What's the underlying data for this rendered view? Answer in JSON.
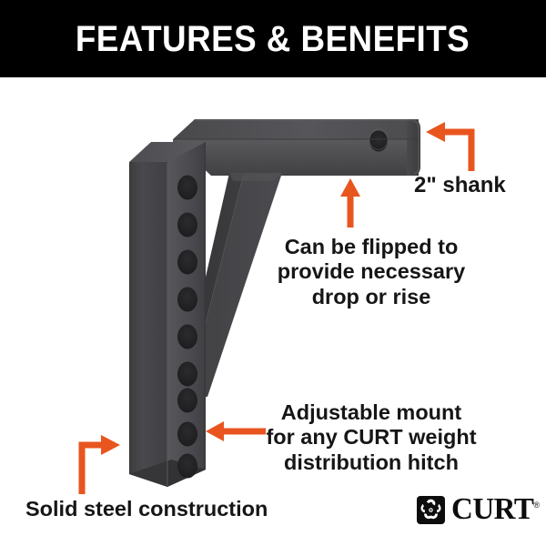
{
  "header": {
    "title": "FEATURES & BENEFITS",
    "background_color": "#000000",
    "text_color": "#ffffff"
  },
  "colors": {
    "accent_orange": "#E8551F",
    "steel_light": "#5b5b5e",
    "steel_mid": "#4a4a4d",
    "steel_dark": "#3c3c3f",
    "steel_darkest": "#2f2f31",
    "hole_dark": "#242426",
    "text_black": "#161616",
    "background": "#ffffff"
  },
  "callouts": [
    {
      "id": "shank",
      "lines": [
        "2\" shank"
      ],
      "arrow": "elbow-up-left"
    },
    {
      "id": "flip",
      "lines": [
        "Can be flipped to",
        "provide necessary",
        "drop or rise"
      ],
      "arrow": "straight-up"
    },
    {
      "id": "adjust",
      "lines": [
        "Adjustable mount",
        "for any CURT weight",
        "distribution hitch"
      ],
      "arrow": "straight-left"
    },
    {
      "id": "solid",
      "lines": [
        "Solid steel construction"
      ],
      "arrow": "elbow-up-right"
    }
  ],
  "product": {
    "name": "weight distribution hitch shank",
    "vertical_hole_count": 9,
    "shank_hole_count": 1
  },
  "logo": {
    "wordmark": "CURT",
    "registered_mark": "®",
    "mark_icon": "curt-clover-icon"
  }
}
